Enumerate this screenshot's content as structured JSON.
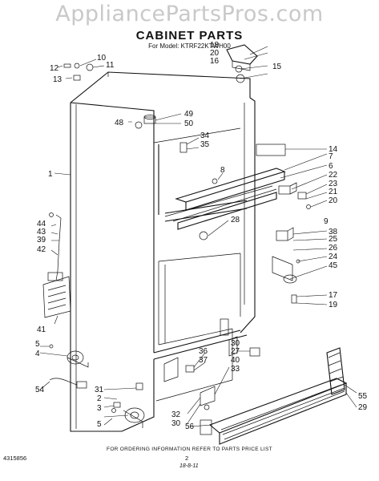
{
  "watermark": "AppliancePartsPros.com",
  "header": {
    "title": "CABINET PARTS",
    "model": "For Model: KTRF22KTWH00"
  },
  "footer": {
    "order_note": "FOR ORDERING INFORMATION REFER TO PARTS PRICE LIST",
    "doc_number": "4315856",
    "page_number": "2",
    "handwritten": "18-8-11"
  },
  "callouts": [
    {
      "id": "c1",
      "label": "1"
    },
    {
      "id": "c2",
      "label": "2"
    },
    {
      "id": "c3",
      "label": "3"
    },
    {
      "id": "c4",
      "label": "4"
    },
    {
      "id": "c5a",
      "label": "5"
    },
    {
      "id": "c5b",
      "label": "5"
    },
    {
      "id": "c6",
      "label": "6"
    },
    {
      "id": "c7",
      "label": "7"
    },
    {
      "id": "c8",
      "label": "8"
    },
    {
      "id": "c9",
      "label": "9"
    },
    {
      "id": "c10",
      "label": "10"
    },
    {
      "id": "c11",
      "label": "11"
    },
    {
      "id": "c12",
      "label": "12"
    },
    {
      "id": "c13",
      "label": "13"
    },
    {
      "id": "c14",
      "label": "14"
    },
    {
      "id": "c15",
      "label": "15"
    },
    {
      "id": "c16",
      "label": "16"
    },
    {
      "id": "c17",
      "label": "17"
    },
    {
      "id": "c18",
      "label": "18"
    },
    {
      "id": "c19",
      "label": "19"
    },
    {
      "id": "c20a",
      "label": "20"
    },
    {
      "id": "c20b",
      "label": "20"
    },
    {
      "id": "c21",
      "label": "21"
    },
    {
      "id": "c22",
      "label": "22"
    },
    {
      "id": "c23",
      "label": "23"
    },
    {
      "id": "c24",
      "label": "24"
    },
    {
      "id": "c25",
      "label": "25"
    },
    {
      "id": "c26",
      "label": "26"
    },
    {
      "id": "c27",
      "label": "27"
    },
    {
      "id": "c28",
      "label": "28"
    },
    {
      "id": "c29",
      "label": "29"
    },
    {
      "id": "c30a",
      "label": "30"
    },
    {
      "id": "c30b",
      "label": "30"
    },
    {
      "id": "c31",
      "label": "31"
    },
    {
      "id": "c32",
      "label": "32"
    },
    {
      "id": "c33",
      "label": "33"
    },
    {
      "id": "c34",
      "label": "34"
    },
    {
      "id": "c35",
      "label": "35"
    },
    {
      "id": "c36",
      "label": "36"
    },
    {
      "id": "c37",
      "label": "37"
    },
    {
      "id": "c38",
      "label": "38"
    },
    {
      "id": "c39",
      "label": "39"
    },
    {
      "id": "c40",
      "label": "40"
    },
    {
      "id": "c41",
      "label": "41"
    },
    {
      "id": "c42",
      "label": "42"
    },
    {
      "id": "c43",
      "label": "43"
    },
    {
      "id": "c44",
      "label": "44"
    },
    {
      "id": "c45",
      "label": "45"
    },
    {
      "id": "c48",
      "label": "48"
    },
    {
      "id": "c49",
      "label": "49"
    },
    {
      "id": "c50",
      "label": "50"
    },
    {
      "id": "c54",
      "label": "54"
    },
    {
      "id": "c55",
      "label": "55"
    },
    {
      "id": "c56",
      "label": "56"
    }
  ]
}
